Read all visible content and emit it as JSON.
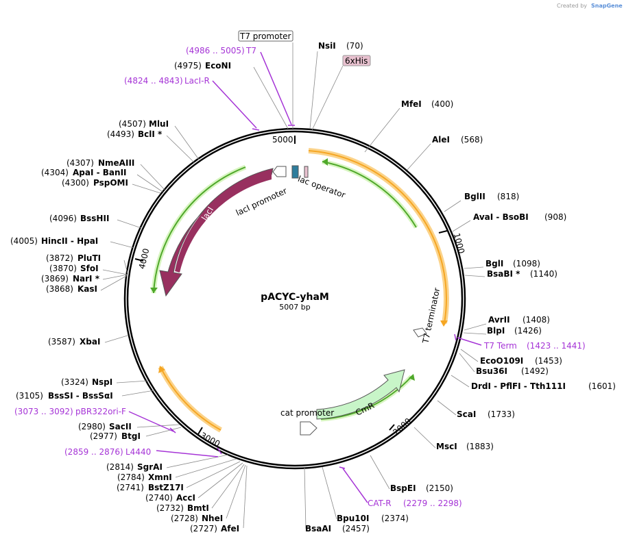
{
  "plasmid": {
    "name": "pACYC-yhaM",
    "length": "5007 bp"
  },
  "watermark": {
    "created_by": "Created by",
    "brand": "SnapGene"
  },
  "ticks": [
    "1000",
    "2000",
    "3000",
    "4000",
    "5000"
  ],
  "feature_labels": {
    "lacI": "lacI",
    "lacI_promoter": "lacI promoter",
    "lac_operator": "lac operator",
    "t7_terminator": "T7 terminator",
    "cat_promoter": "cat promoter",
    "cmr": "CmR"
  },
  "boxed_labels": {
    "t7_promoter": "T7 promoter",
    "his_tag": "6xHis"
  },
  "sites_right": [
    {
      "name": "NsiI",
      "pos": "(70)"
    },
    {
      "name": "MfeI",
      "pos": "(400)"
    },
    {
      "name": "AleI",
      "pos": "(568)"
    },
    {
      "name": "BglII",
      "pos": "(818)"
    },
    {
      "name": "AvaI  -  BsoBI",
      "pos": "(908)"
    },
    {
      "name": "BglI",
      "pos": "(1098)"
    },
    {
      "name": "BsaBI *",
      "pos": "(1140)"
    },
    {
      "name": "AvrII",
      "pos": "(1408)"
    },
    {
      "name": "BlpI",
      "pos": "(1426)"
    },
    {
      "name": "EcoO109I",
      "pos": "(1453)"
    },
    {
      "name": "Bsu36I",
      "pos": "(1492)"
    },
    {
      "name": "DrdI  -  PflFI  -  Tth111I",
      "pos": "(1601)"
    },
    {
      "name": "ScaI",
      "pos": "(1733)"
    },
    {
      "name": "MscI",
      "pos": "(1883)"
    },
    {
      "name": "BspEI",
      "pos": "(2150)"
    },
    {
      "name": "Bpu10I",
      "pos": "(2374)"
    },
    {
      "name": "BsaAI",
      "pos": "(2457)"
    }
  ],
  "sites_left": [
    {
      "name": "EcoNI",
      "pos": "(4975)"
    },
    {
      "name": "MluI",
      "pos": "(4507)"
    },
    {
      "name": "BclI *",
      "pos": "(4493)"
    },
    {
      "name": "NmeAIII",
      "pos": "(4307)"
    },
    {
      "name": "ApaI  -  BanII",
      "pos": "(4304)"
    },
    {
      "name": "PspOMI",
      "pos": "(4300)"
    },
    {
      "name": "BssHII",
      "pos": "(4096)"
    },
    {
      "name": "HincII  -  HpaI",
      "pos": "(4005)"
    },
    {
      "name": "PluTI",
      "pos": "(3872)"
    },
    {
      "name": "SfoI",
      "pos": "(3870)"
    },
    {
      "name": "NarI *",
      "pos": "(3869)"
    },
    {
      "name": "KasI",
      "pos": "(3868)"
    },
    {
      "name": "XbaI",
      "pos": "(3587)"
    },
    {
      "name": "NspI",
      "pos": "(3324)"
    },
    {
      "name": "BssSI  -  BssSαI",
      "pos": "(3105)"
    },
    {
      "name": "SacII",
      "pos": "(2980)"
    },
    {
      "name": "BtgI",
      "pos": "(2977)"
    },
    {
      "name": "SgrAI",
      "pos": "(2814)"
    },
    {
      "name": "XmnI",
      "pos": "(2784)"
    },
    {
      "name": "BstZ17I",
      "pos": "(2741)"
    },
    {
      "name": "AccI",
      "pos": "(2740)"
    },
    {
      "name": "BmtI",
      "pos": "(2732)"
    },
    {
      "name": "NheI",
      "pos": "(2728)"
    },
    {
      "name": "AfeI",
      "pos": "(2727)"
    }
  ],
  "primers": [
    {
      "name": "T7",
      "range": "(4986 .. 5005)"
    },
    {
      "name": "LacI-R",
      "range": "(4824 .. 4843)"
    },
    {
      "name": "T7 Term",
      "range": "(1423 .. 1441)"
    },
    {
      "name": "pBR322ori-F",
      "range": "(3073 .. 3092)"
    },
    {
      "name": "L4440",
      "range": "(2859 .. 2876)"
    },
    {
      "name": "CAT-R",
      "range": "(2279 .. 2298)"
    }
  ],
  "colors": {
    "lacI": "#98305f",
    "cmr": "#c8f5c8",
    "orange": "#f5a623",
    "green": "#4fa82a",
    "primer": "#a533d6",
    "his": "#e8c1cf",
    "operator": "#2e7d9c"
  }
}
